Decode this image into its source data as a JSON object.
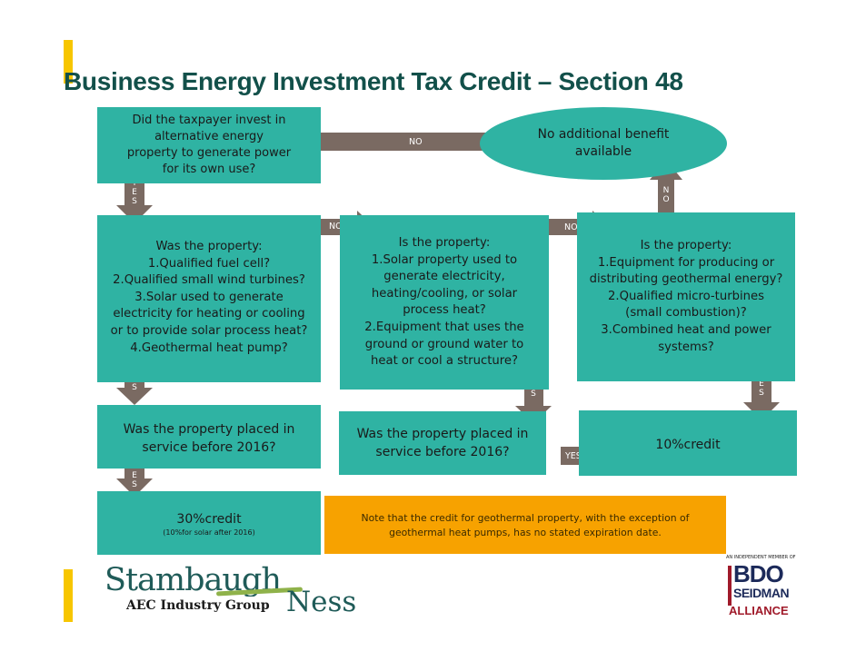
{
  "title": "Business Energy Investment Tax Credit – Section 48",
  "colors": {
    "box": "#2fb3a3",
    "arrow": "#7a6a62",
    "note": "#f7a200",
    "title": "#12504a",
    "accent": "#f7c600"
  },
  "q1": {
    "lines": [
      "Did the taxpayer invest in",
      "alternative energy",
      "property to generate power",
      "for its own use?"
    ]
  },
  "no_benefit": {
    "lines": [
      "No additional benefit",
      "available"
    ]
  },
  "q2": {
    "lines": [
      "Was the property:",
      "1.Qualified fuel cell?",
      "2.Qualified small wind turbines?",
      "3.Solar used to generate",
      "electricity for heating or cooling",
      "or to provide solar process heat?",
      "4.Geothermal heat pump?"
    ]
  },
  "q3": {
    "lines": [
      "Is the property:",
      "1.Solar property used to",
      "generate electricity,",
      "heating/cooling, or solar",
      "process heat?",
      "2.Equipment that uses the",
      "ground or ground water to",
      "heat or cool a structure?"
    ]
  },
  "q4": {
    "lines": [
      "Is the property:",
      "1.Equipment for producing or",
      "distributing geothermal energy?",
      "2.Qualified micro-turbines",
      "(small combustion)?",
      "3.Combined heat and power",
      "systems?"
    ]
  },
  "q5": {
    "lines": [
      "Was the property placed in",
      "service before 2016?"
    ]
  },
  "q6": {
    "lines": [
      "Was the property placed in",
      "service before 2016?"
    ]
  },
  "credit10": {
    "label": "10%credit"
  },
  "credit30": {
    "label": "30%credit",
    "sub": "(10%for solar after 2016)"
  },
  "note": {
    "lines": [
      "Note that the credit for geothermal property, with the exception of",
      "geothermal heat pumps, has no stated expiration date."
    ]
  },
  "arrows": {
    "no": "NO",
    "yes": "YES",
    "yes_vertical": [
      "Y",
      "E",
      "S"
    ],
    "no_vertical": [
      "N",
      "O"
    ]
  },
  "logos": {
    "stambaugh": "Stambaugh",
    "ness": "Ness",
    "aec": "AEC Industry Group",
    "bdo_tag": "An Independent Member Of",
    "bdo": "BDO",
    "seidman": "SEIDMAN",
    "alliance": "ALLIANCE"
  }
}
